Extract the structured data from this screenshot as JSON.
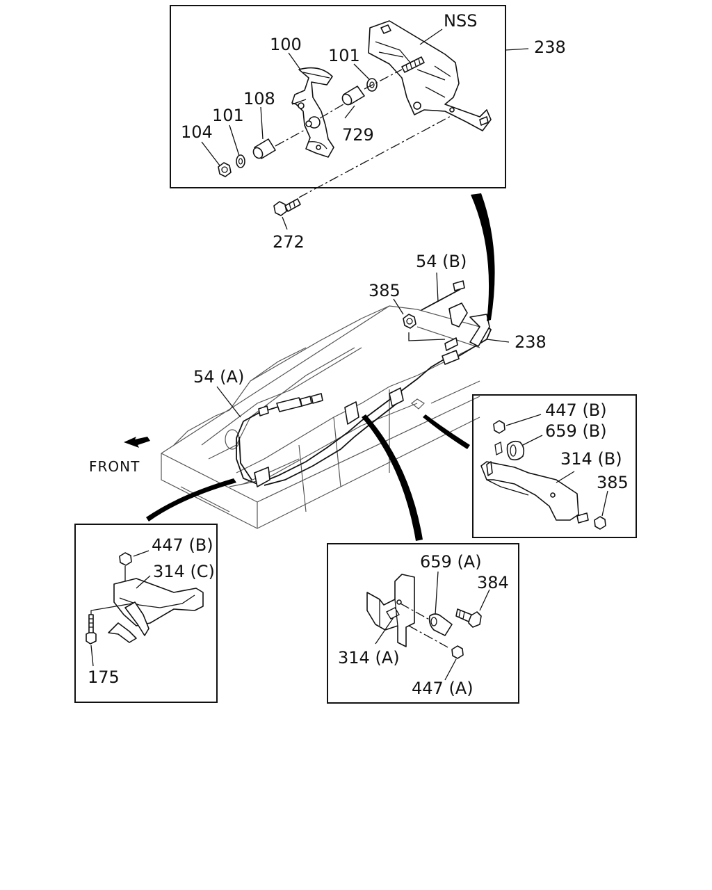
{
  "callouts": {
    "nss": "NSS",
    "c238_top": "238",
    "c100": "100",
    "c101_a": "101",
    "c108": "108",
    "c101_b": "101",
    "c104": "104",
    "c729": "729",
    "c272": "272",
    "c54b": "54 (B)",
    "c385_top": "385",
    "c238_mid": "238",
    "c54a": "54 (A)",
    "front": "FRONT",
    "c447b_right": "447 (B)",
    "c659b": "659 (B)",
    "c314b": "314 (B)",
    "c385_right": "385",
    "c447b_left": "447 (B)",
    "c314c": "314 (C)",
    "c175": "175",
    "c659a": "659 (A)",
    "c384": "384",
    "c314a": "314 (A)",
    "c447a": "447 (A)"
  },
  "icons": {
    "front_arrow": "arrow-left"
  }
}
